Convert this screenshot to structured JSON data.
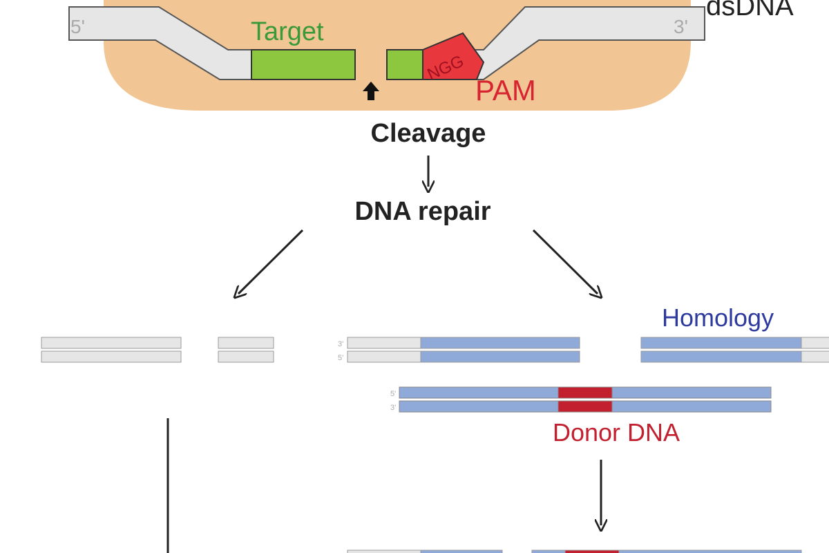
{
  "top": {
    "dsdna": "dsDNA",
    "five_prime": "5'",
    "three_prime": "3'",
    "target": "Target",
    "ngg": "NGG",
    "pam": "PAM"
  },
  "steps": {
    "cleavage": "Cleavage",
    "dna_repair": "DNA repair"
  },
  "hdr": {
    "homology": "Homology",
    "donor_dna": "Donor DNA",
    "small_3": "3'",
    "small_5": "5'"
  },
  "colors": {
    "cas9_body": "#f2c594",
    "target": "#8dc63f",
    "pam": "#e8383d",
    "homology": "#8fa9d8",
    "donor": "#c21f2f",
    "dna_gray": "#e6e6e6",
    "target_text": "#3a9a3a",
    "homology_text": "#2e3a9e",
    "donor_text": "#c21f2f"
  }
}
